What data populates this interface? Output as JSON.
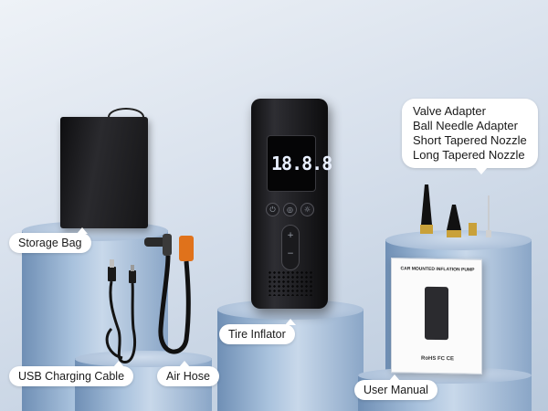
{
  "labels": {
    "storage_bag": "Storage Bag",
    "usb_cable": "USB Charging Cable",
    "air_hose": "Air Hose",
    "tire_inflator": "Tire Inflator",
    "user_manual": "User Manual",
    "accessories": [
      "Valve Adapter",
      "Ball Needle Adapter",
      "Short Tapered Nozzle",
      "Long Tapered Nozzle"
    ]
  },
  "inflator": {
    "display": "18.8.8",
    "plus": "+",
    "minus": "−"
  },
  "manual": {
    "title": "CAR MOUNTED INFLATION PUMP",
    "footer": "RoHS FC CE"
  },
  "colors": {
    "hose_orange": "#e0721b",
    "brass": "#c9a13a"
  }
}
